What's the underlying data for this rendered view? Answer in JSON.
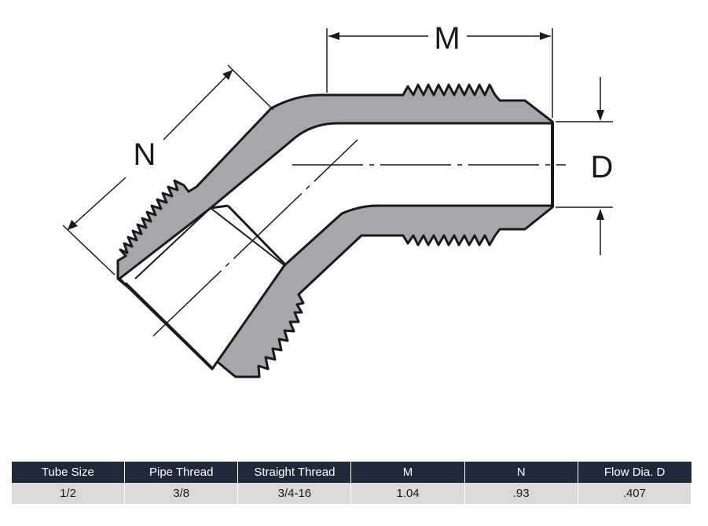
{
  "diagram": {
    "labels": {
      "m": "M",
      "n": "N",
      "d": "D"
    },
    "colors": {
      "wall_fill": "#a7a7ab",
      "outline": "#1a1a1a",
      "bore": "#ffffff"
    }
  },
  "table": {
    "headers": [
      "Tube Size",
      "Pipe Thread",
      "Straight Thread",
      "M",
      "N",
      "Flow Dia. D"
    ],
    "rows": [
      [
        "1/2",
        "3/8",
        "3/4-16",
        "1.04",
        ".93",
        ".407"
      ]
    ],
    "header_bg": "#1e2a3a",
    "row_bg": "#d9d9db"
  }
}
